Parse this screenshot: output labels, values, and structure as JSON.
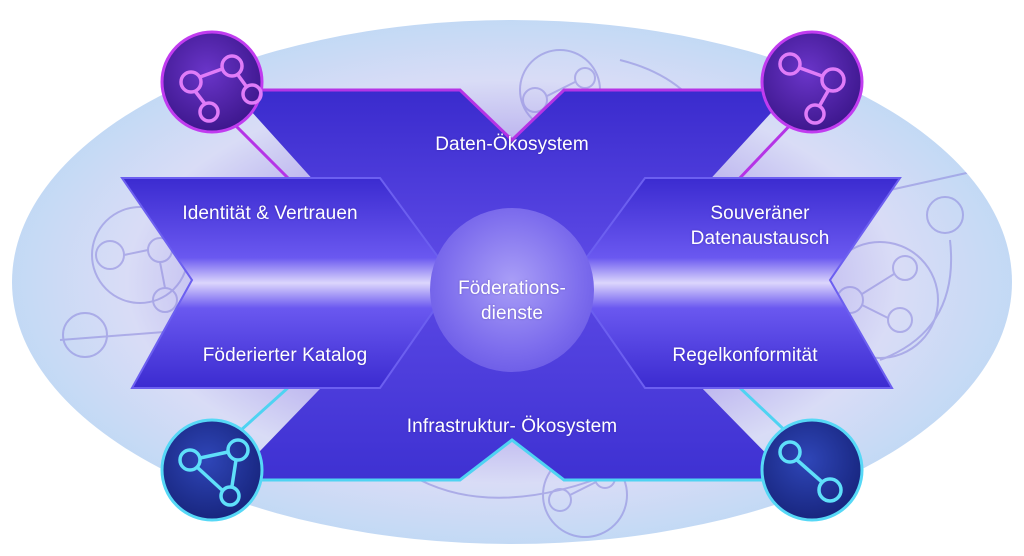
{
  "colors": {
    "oval_light": "#e9ecfb",
    "oval_blue": "#b7d6f4",
    "oval_purple": "#8f7ae0",
    "band_dark": "#3f2fd6",
    "band_mid": "#5b46ee",
    "band_light": "#d6d0fb",
    "accent_magenta": "#b534e6",
    "accent_cyan": "#4fd3f2",
    "node_top_fill": "#4a1e9e",
    "node_bottom_fill": "#1c2c8e",
    "center_circle": "#8777f0"
  },
  "labels": {
    "data_ecosystem": "Daten-Ökosystem",
    "identity_trust": "Identität & Vertrauen",
    "sovereign_exchange_line1": "Souveräner",
    "sovereign_exchange_line2": "Datenaustausch",
    "federation_services_line1": "Föderations-",
    "federation_services_line2": "dienste",
    "federated_catalog": "Föderierter Katalog",
    "compliance": "Regelkonformität",
    "infrastructure_ecosystem": "Infrastruktur- Ökosystem"
  },
  "icons": {
    "top_left": "network-nodes-icon",
    "top_right": "network-nodes-icon",
    "bottom_left": "network-nodes-icon",
    "bottom_right": "link-nodes-icon"
  }
}
